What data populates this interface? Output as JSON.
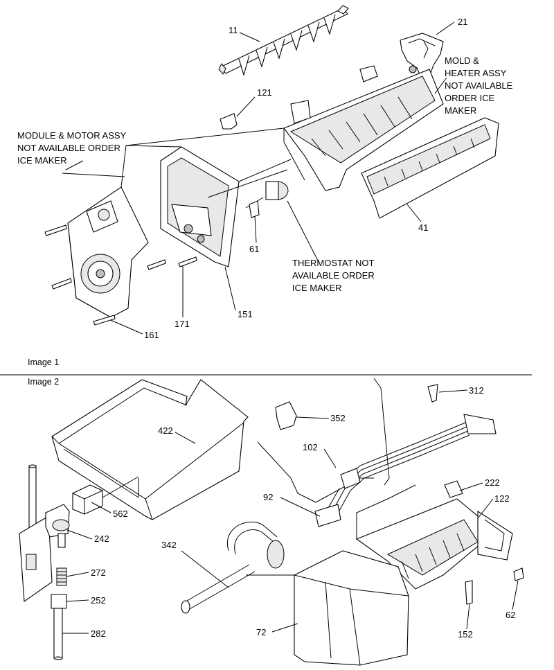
{
  "image1": {
    "caption": "Image 1",
    "callouts": {
      "p11": "11",
      "p21": "21",
      "p121": "121",
      "p41": "41",
      "p61": "61",
      "p151": "151",
      "p171": "171",
      "p161": "161"
    },
    "notes": {
      "module": [
        "MODULE & MOTOR ASSY",
        "NOT AVAILABLE ORDER",
        "ICE MAKER"
      ],
      "mold": [
        "MOLD &",
        "HEATER ASSY",
        "NOT AVAILABLE",
        "ORDER ICE",
        "MAKER"
      ],
      "thermostat": [
        "THERMOSTAT NOT",
        "AVAILABLE ORDER",
        "ICE MAKER"
      ]
    }
  },
  "image2": {
    "caption": "Image 2",
    "callouts": {
      "p312": "312",
      "p352": "352",
      "p422": "422",
      "p102": "102",
      "p222": "222",
      "p92": "92",
      "p122": "122",
      "p562": "562",
      "p242": "242",
      "p342": "342",
      "p272": "272",
      "p62": "62",
      "p252": "252",
      "p152": "152",
      "p72": "72",
      "p282": "282"
    }
  }
}
